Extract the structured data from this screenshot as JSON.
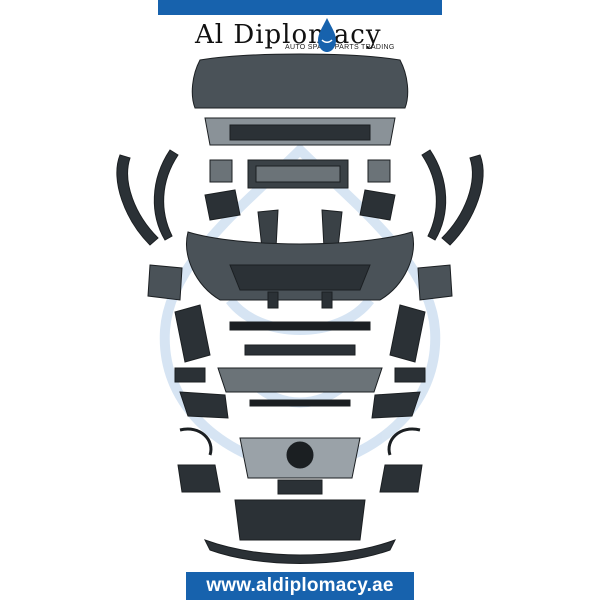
{
  "brand": {
    "name": "Al Diplomacy",
    "tagline": "AUTO SPARE PARTS TRADING",
    "website": "www.aldiplomacy.ae",
    "primary_color": "#1762ad",
    "watermark_color": "#c9dcef",
    "part_color": "#2b3136"
  },
  "icons": {
    "logo_emblem": "arabic-calligraphy-drop-icon"
  }
}
